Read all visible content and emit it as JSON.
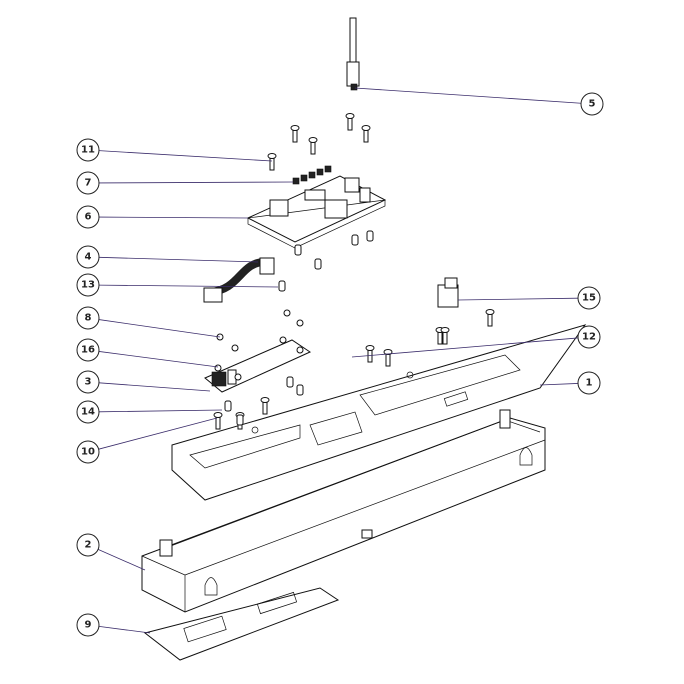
{
  "drawing": {
    "type": "exploded assembly view",
    "balloons": [
      {
        "label": "5"
      },
      {
        "label": "11"
      },
      {
        "label": "7"
      },
      {
        "label": "6"
      },
      {
        "label": "4"
      },
      {
        "label": "13"
      },
      {
        "label": "15"
      },
      {
        "label": "8"
      },
      {
        "label": "12"
      },
      {
        "label": "16"
      },
      {
        "label": "3"
      },
      {
        "label": "1"
      },
      {
        "label": "14"
      },
      {
        "label": "10"
      },
      {
        "label": "2"
      },
      {
        "label": "9"
      }
    ]
  },
  "colors": {
    "leader": "#3b2d6b",
    "line": "#111111"
  }
}
